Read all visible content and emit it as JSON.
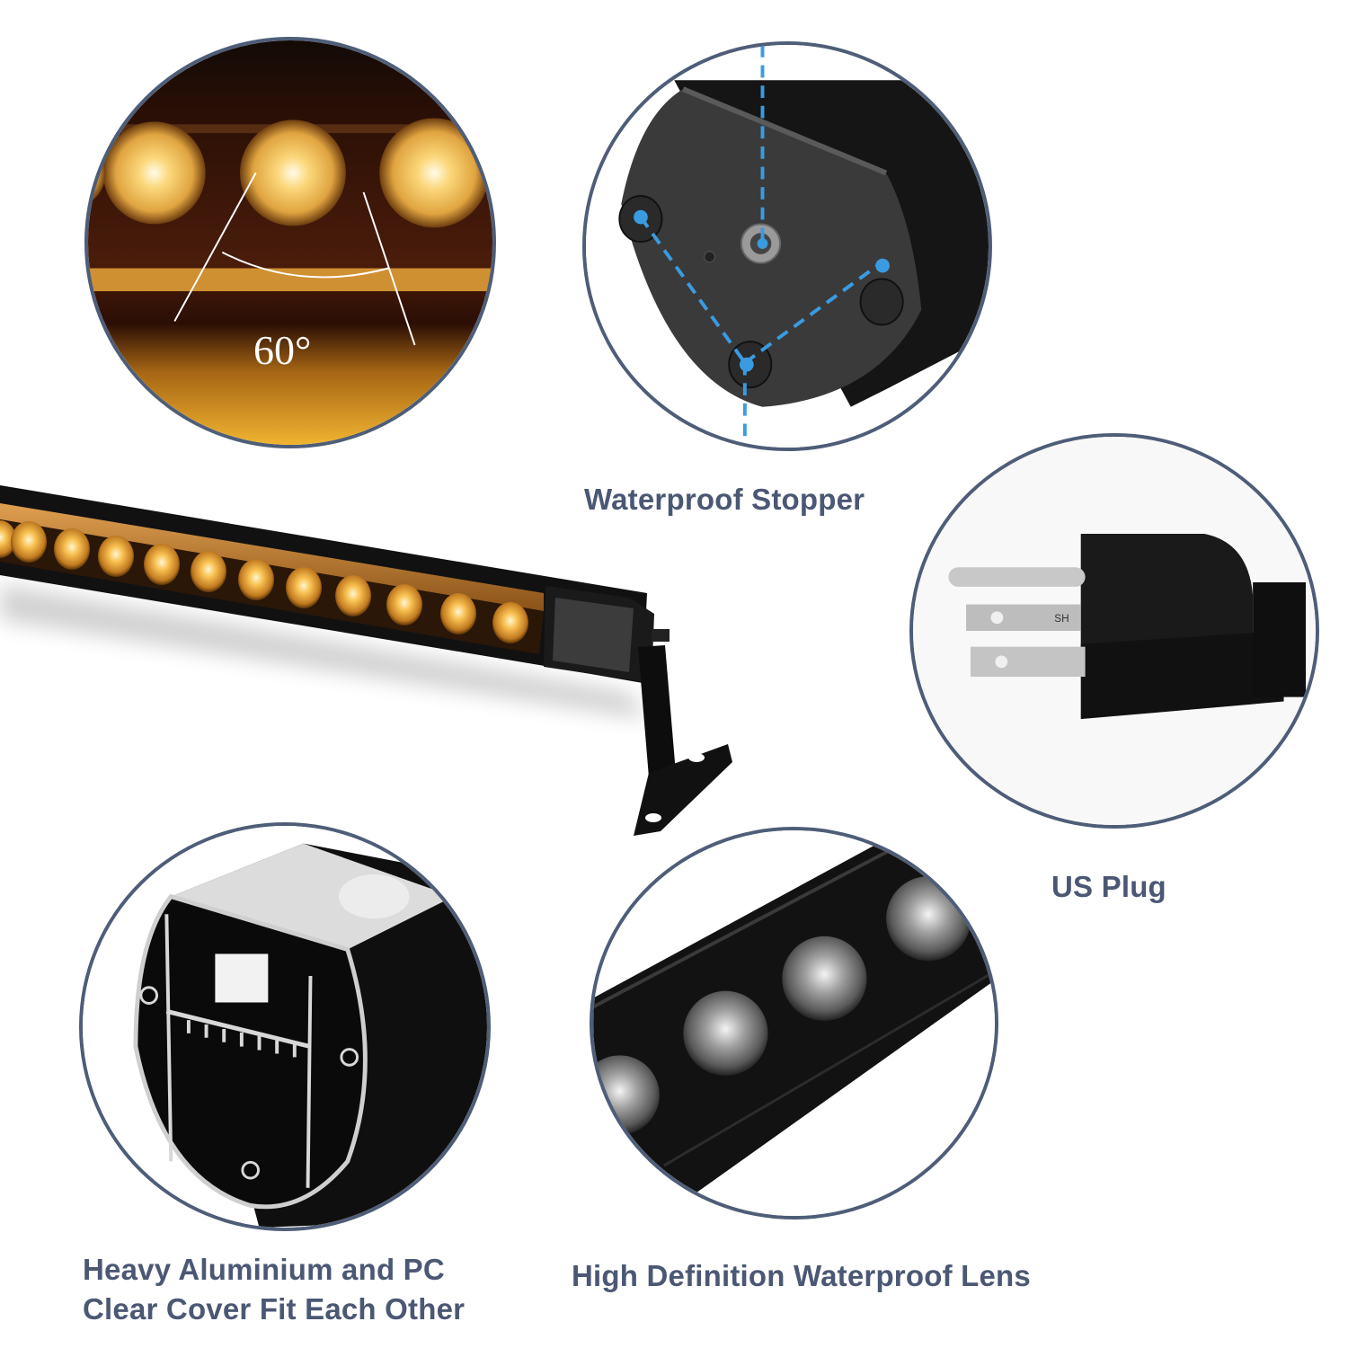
{
  "features": [
    {
      "id": "beam-angle",
      "angle_label": "60°",
      "icon": "led-beam-angle-icon"
    },
    {
      "id": "waterproof-stopper",
      "caption": "Waterproof Stopper",
      "icon": "end-cap-mount-icon"
    },
    {
      "id": "us-plug",
      "caption": "US Plug",
      "icon": "power-plug-icon",
      "plug_marking": "SH"
    },
    {
      "id": "aluminium-housing",
      "caption_line1": "Heavy Aluminium and PC",
      "caption_line2": "Clear Cover Fit Each Other",
      "icon": "housing-cross-section-icon"
    },
    {
      "id": "waterproof-lens",
      "caption": "High Definition Waterproof Lens",
      "icon": "led-lens-icon"
    }
  ],
  "colors": {
    "caption": "#4b5874",
    "circle_border": "#4e5d78",
    "amber_led": "#f5b43c",
    "housing": "#141414",
    "guide_line": "#3a9be0"
  }
}
